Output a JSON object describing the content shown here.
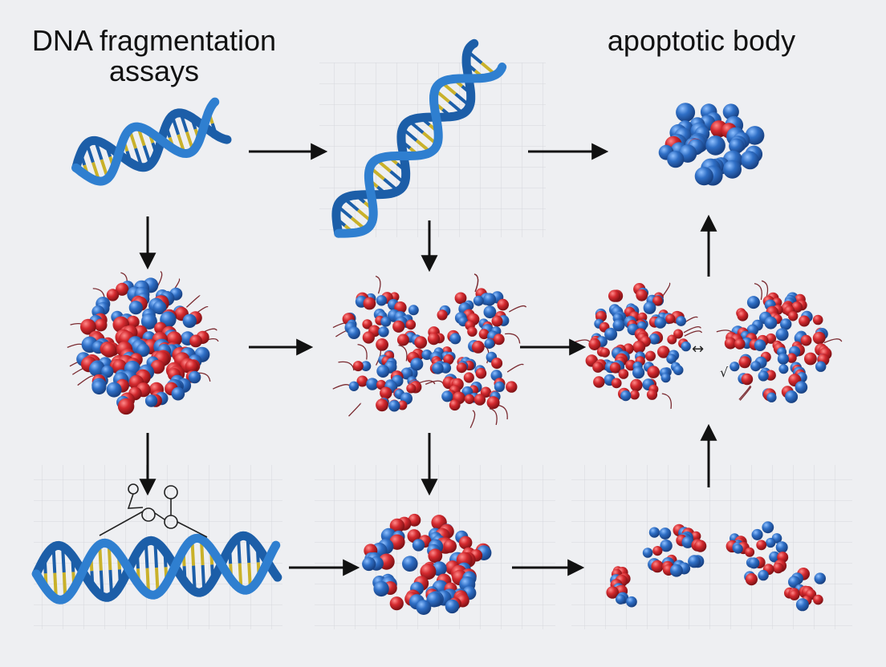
{
  "labels": {
    "title_left": "DNA fragmentation\nassays",
    "title_right": "apoptotic body"
  },
  "colors": {
    "background": "#eeeff2",
    "grid": "#d5d7dc",
    "helix_blue": "#2f7fd0",
    "helix_dark": "#1c5ea8",
    "base_pair_yellow": "#c9b12a",
    "atom_blue": "#2f6fc6",
    "atom_red": "#d42a2f",
    "arrow": "#111111"
  },
  "panels": [
    {
      "id": "dna-helix-intact",
      "kind": "helix",
      "grid": false
    },
    {
      "id": "dna-helix-tilted",
      "kind": "helix",
      "grid": true
    },
    {
      "id": "apoptotic-body-cluster",
      "kind": "cluster",
      "grid": false
    },
    {
      "id": "condensed-chromatin-cluster",
      "kind": "cluster",
      "grid": false
    },
    {
      "id": "fragmenting-x-cluster",
      "kind": "cluster",
      "grid": false
    },
    {
      "id": "split-clusters",
      "kind": "cluster",
      "grid": false
    },
    {
      "id": "dna-helix-horizontal",
      "kind": "helix",
      "grid": true
    },
    {
      "id": "aggregated-cluster",
      "kind": "cluster",
      "grid": true
    },
    {
      "id": "fragmented-small-clusters",
      "kind": "cluster",
      "grid": true
    }
  ],
  "arrows": [
    {
      "from": "dna-helix-intact",
      "to": "dna-helix-tilted",
      "dir": "right"
    },
    {
      "from": "dna-helix-tilted",
      "to": "apoptotic-body-cluster",
      "dir": "right"
    },
    {
      "from": "dna-helix-intact",
      "to": "condensed-chromatin-cluster",
      "dir": "down"
    },
    {
      "from": "dna-helix-tilted",
      "to": "fragmenting-x-cluster",
      "dir": "down"
    },
    {
      "from": "condensed-chromatin-cluster",
      "to": "fragmenting-x-cluster",
      "dir": "right"
    },
    {
      "from": "fragmenting-x-cluster",
      "to": "split-clusters",
      "dir": "right"
    },
    {
      "from": "split-clusters",
      "to": "apoptotic-body-cluster",
      "dir": "up"
    },
    {
      "from": "condensed-chromatin-cluster",
      "to": "dna-helix-horizontal",
      "dir": "down"
    },
    {
      "from": "fragmenting-x-cluster",
      "to": "aggregated-cluster",
      "dir": "down"
    },
    {
      "from": "dna-helix-horizontal",
      "to": "aggregated-cluster",
      "dir": "right"
    },
    {
      "from": "aggregated-cluster",
      "to": "fragmented-small-clusters",
      "dir": "right"
    },
    {
      "from": "fragmented-small-clusters",
      "to": "split-clusters",
      "dir": "up"
    }
  ]
}
